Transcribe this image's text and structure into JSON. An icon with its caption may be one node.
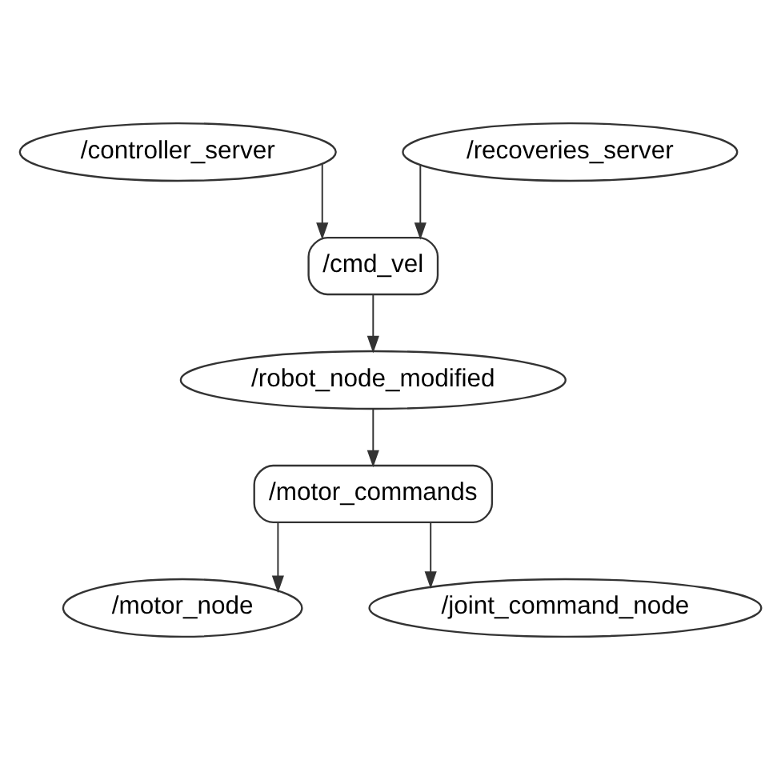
{
  "diagram": {
    "nodes": [
      {
        "text": [
          "/controller_server"
        ]
      },
      {
        "text": [
          "/recoveries_server"
        ]
      },
      {
        "text": [
          "/cmd_vel"
        ]
      },
      {
        "text": [
          "/robot_node_modified"
        ]
      },
      {
        "text": [
          "/motor_commands"
        ]
      },
      {
        "text": [
          "/motor_node"
        ]
      },
      {
        "text": [
          "/joint_command_node"
        ]
      }
    ],
    "edges": [
      {
        "from": 0,
        "to": 2,
        "arrow": "to"
      },
      {
        "from": 1,
        "to": 2,
        "arrow": "to"
      },
      {
        "from": 2,
        "to": 3,
        "arrow": "to"
      },
      {
        "from": 3,
        "to": 4,
        "arrow": "to"
      },
      {
        "from": 4,
        "to": 5,
        "arrow": "to"
      },
      {
        "from": 4,
        "to": 6,
        "arrow": "to"
      }
    ]
  }
}
